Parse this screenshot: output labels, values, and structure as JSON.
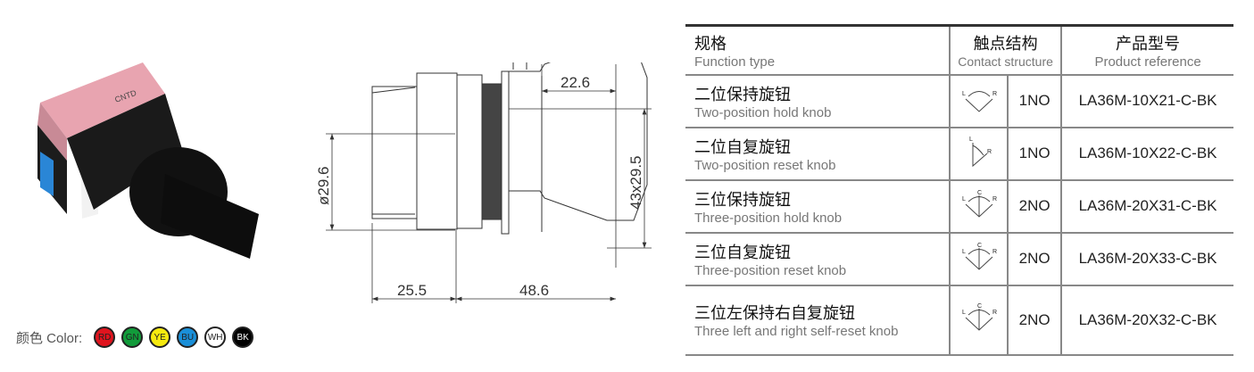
{
  "drawing": {
    "dim_top": "22.6",
    "dim_right": "43x29.5",
    "dim_left": "ø29.6",
    "dim_bottom_left": "25.5",
    "dim_bottom_right": "48.6"
  },
  "colors": {
    "label": "颜色 Color:",
    "items": [
      {
        "code": "RD",
        "hex": "#e0141e"
      },
      {
        "code": "GN",
        "hex": "#119b3a"
      },
      {
        "code": "YE",
        "hex": "#f6ea0f"
      },
      {
        "code": "BU",
        "hex": "#1a8fd8"
      },
      {
        "code": "WH",
        "hex": "#ffffff"
      },
      {
        "code": "BK",
        "hex": "#000000"
      }
    ]
  },
  "table": {
    "headers": [
      {
        "cn": "规格",
        "en": "Function type"
      },
      {
        "cn": "触点结构",
        "en": "Contact structure"
      },
      {
        "cn": "产品型号",
        "en": "Product reference"
      }
    ],
    "rows": [
      {
        "cn": "二位保持旋钮",
        "en": "Two-position hold knob",
        "symbol": "two-position-hold-icon",
        "contacts": "1NO",
        "ref": "LA36M-10X21-C-BK"
      },
      {
        "cn": "二位自复旋钮",
        "en": "Two-position reset knob",
        "symbol": "two-position-reset-icon",
        "contacts": "1NO",
        "ref": "LA36M-10X22-C-BK"
      },
      {
        "cn": "三位保持旋钮",
        "en": "Three-position hold knob",
        "symbol": "three-position-hold-icon",
        "contacts": "2NO",
        "ref": "LA36M-20X31-C-BK"
      },
      {
        "cn": "三位自复旋钮",
        "en": "Three-position reset knob",
        "symbol": "three-position-reset-icon",
        "contacts": "2NO",
        "ref": "LA36M-20X33-C-BK"
      },
      {
        "cn": "三位左保持右自复旋钮",
        "en": "Three left and right self-reset knob",
        "symbol": "three-position-left-hold-icon",
        "contacts": "2NO",
        "ref": "LA36M-20X32-C-BK"
      }
    ],
    "symbol_labels": {
      "l": "L",
      "c": "C",
      "r": "R"
    }
  }
}
